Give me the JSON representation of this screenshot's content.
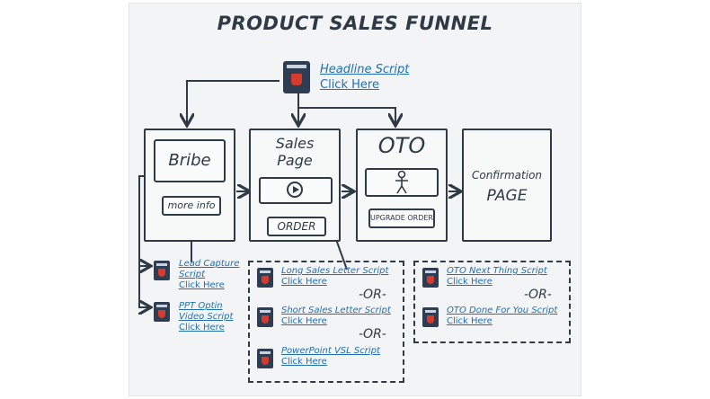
{
  "title": "PRODUCT SALES FUNNEL",
  "headline": {
    "title": "Headline Script",
    "click": "Click Here",
    "icon": "script-doc-icon"
  },
  "stages": {
    "bribe": {
      "label": "Bribe",
      "button": "more info"
    },
    "sales": {
      "label_line1": "Sales",
      "label_line2": "Page",
      "button": "ORDER",
      "media_icon": "play-icon"
    },
    "oto": {
      "label": "OTO",
      "button": "UPGRADE ORDER",
      "media_icon": "stick-figure-icon"
    },
    "confirmation": {
      "label_line1": "Confirmation",
      "label_line2": "PAGE"
    }
  },
  "bribe_links": [
    {
      "title_line1": "Lead Capture",
      "title_line2": "Script",
      "click": "Click Here"
    },
    {
      "title_line1": "PPT Optin",
      "title_line2": "Video Script",
      "click": "Click Here"
    }
  ],
  "sales_links": [
    {
      "title": "Long Sales Letter Script",
      "click": "Click Here"
    },
    {
      "title": "Short Sales Letter Script",
      "click": "Click Here"
    },
    {
      "title": "PowerPoint VSL Script",
      "click": "Click Here"
    }
  ],
  "oto_links": [
    {
      "title": "OTO Next Thing Script",
      "click": "Click Here"
    },
    {
      "title": "OTO Done For You Script",
      "click": "Click Here"
    }
  ],
  "or_label": "-OR-",
  "colors": {
    "ink": "#2f3a47",
    "link": "#1f6fb2",
    "icon_body": "#2e3d52",
    "icon_accent": "#d63b2f"
  }
}
